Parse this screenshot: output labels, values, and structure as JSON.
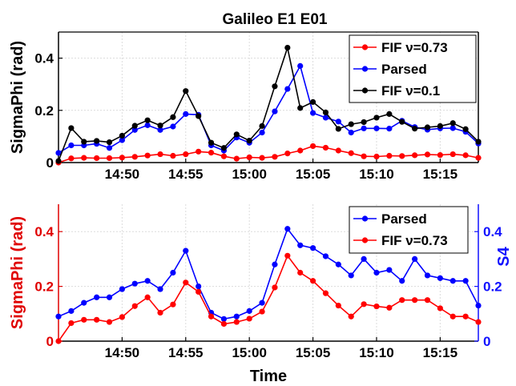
{
  "chart_data": [
    {
      "type": "line",
      "title": "Galileo E1 E01",
      "ylabel": "SigmaPhi (rad)",
      "xlabel": "",
      "x_ticks": [
        "14:50",
        "14:55",
        "15:00",
        "15:05",
        "15:10",
        "15:15"
      ],
      "y_ticks": [
        "0",
        "0.2",
        "0.4"
      ],
      "ylim": [
        0,
        0.5
      ],
      "x_range_minutes": [
        -4,
        29
      ],
      "grid": true,
      "legend_position": "top-right",
      "series": [
        {
          "name": "FIF ν=0.73",
          "color": "#ff0000",
          "x": [
            -4,
            -3,
            -2,
            -1,
            0,
            1,
            2,
            3,
            4,
            5,
            6,
            7,
            8,
            9,
            10,
            11,
            12,
            13,
            14,
            15,
            16,
            17,
            18,
            19,
            20,
            21,
            22,
            23,
            24,
            25,
            26,
            27,
            28,
            29
          ],
          "y": [
            0.0,
            0.016,
            0.018,
            0.017,
            0.017,
            0.019,
            0.022,
            0.027,
            0.032,
            0.026,
            0.032,
            0.042,
            0.038,
            0.024,
            0.015,
            0.02,
            0.018,
            0.022,
            0.035,
            0.046,
            0.063,
            0.057,
            0.046,
            0.036,
            0.024,
            0.023,
            0.026,
            0.025,
            0.028,
            0.031,
            0.029,
            0.032,
            0.028,
            0.018
          ]
        },
        {
          "name": "Parsed",
          "color": "#0000ff",
          "x": [
            -4,
            -3,
            -2,
            -1,
            0,
            1,
            2,
            3,
            4,
            5,
            6,
            7,
            8,
            9,
            10,
            11,
            12,
            13,
            14,
            15,
            16,
            17,
            18,
            19,
            20,
            21,
            22,
            23,
            24,
            25,
            26,
            27,
            28,
            29
          ],
          "y": [
            0.037,
            0.066,
            0.066,
            0.072,
            0.056,
            0.086,
            0.125,
            0.143,
            0.125,
            0.138,
            0.186,
            0.183,
            0.066,
            0.046,
            0.096,
            0.076,
            0.115,
            0.196,
            0.282,
            0.37,
            0.19,
            0.172,
            0.157,
            0.115,
            0.131,
            0.131,
            0.13,
            0.16,
            0.136,
            0.126,
            0.131,
            0.132,
            0.118,
            0.073
          ]
        },
        {
          "name": "FIF ν=0.1",
          "color": "#000000",
          "x": [
            -4,
            -3,
            -2,
            -1,
            0,
            1,
            2,
            3,
            4,
            5,
            6,
            7,
            8,
            9,
            10,
            11,
            12,
            13,
            14,
            15,
            16,
            17,
            18,
            19,
            20,
            21,
            22,
            23,
            24,
            25,
            26,
            27,
            28,
            29
          ],
          "y": [
            0.006,
            0.132,
            0.08,
            0.083,
            0.078,
            0.103,
            0.141,
            0.162,
            0.142,
            0.174,
            0.274,
            0.178,
            0.076,
            0.056,
            0.108,
            0.084,
            0.14,
            0.292,
            0.44,
            0.209,
            0.232,
            0.192,
            0.129,
            0.147,
            0.155,
            0.172,
            0.186,
            0.156,
            0.13,
            0.135,
            0.14,
            0.151,
            0.128,
            0.08
          ]
        }
      ]
    },
    {
      "type": "line",
      "title": "",
      "ylabel": "SigmaPhi (rad)",
      "y2label": "S4",
      "xlabel": "Time",
      "x_ticks": [
        "14:50",
        "14:55",
        "15:00",
        "15:05",
        "15:10",
        "15:15"
      ],
      "y_ticks": [
        "0",
        "0.2",
        "0.4"
      ],
      "y2_ticks": [
        "0",
        "0.2",
        "0.4"
      ],
      "ylim": [
        0,
        0.5
      ],
      "y2lim": [
        0,
        0.5
      ],
      "x_range_minutes": [
        -4,
        29
      ],
      "grid": true,
      "legend_position": "top-right",
      "series": [
        {
          "name": "Parsed",
          "color": "#0000ff",
          "axis": "right",
          "x": [
            -4,
            -3,
            -2,
            -1,
            0,
            1,
            2,
            3,
            4,
            5,
            6,
            7,
            8,
            9,
            10,
            11,
            12,
            13,
            14,
            15,
            16,
            17,
            18,
            19,
            20,
            21,
            22,
            23,
            24,
            25,
            26,
            27,
            28,
            29
          ],
          "y": [
            0.09,
            0.11,
            0.14,
            0.16,
            0.16,
            0.19,
            0.21,
            0.22,
            0.19,
            0.25,
            0.33,
            0.2,
            0.104,
            0.081,
            0.09,
            0.11,
            0.14,
            0.28,
            0.41,
            0.35,
            0.34,
            0.31,
            0.28,
            0.24,
            0.3,
            0.25,
            0.26,
            0.22,
            0.3,
            0.24,
            0.23,
            0.22,
            0.22,
            0.13
          ]
        },
        {
          "name": "FIF ν=0.73",
          "color": "#ff0000",
          "axis": "left",
          "x": [
            -4,
            -3,
            -2,
            -1,
            0,
            1,
            2,
            3,
            4,
            5,
            6,
            7,
            8,
            9,
            10,
            11,
            12,
            13,
            14,
            15,
            16,
            17,
            18,
            19,
            20,
            21,
            22,
            23,
            24,
            25,
            26,
            27,
            28,
            29
          ],
          "y": [
            0.0,
            0.066,
            0.078,
            0.078,
            0.07,
            0.088,
            0.128,
            0.16,
            0.104,
            0.134,
            0.214,
            0.18,
            0.09,
            0.063,
            0.07,
            0.082,
            0.108,
            0.196,
            0.312,
            0.25,
            0.22,
            0.175,
            0.13,
            0.09,
            0.135,
            0.127,
            0.122,
            0.15,
            0.15,
            0.15,
            0.12,
            0.09,
            0.09,
            0.07
          ]
        }
      ]
    }
  ]
}
